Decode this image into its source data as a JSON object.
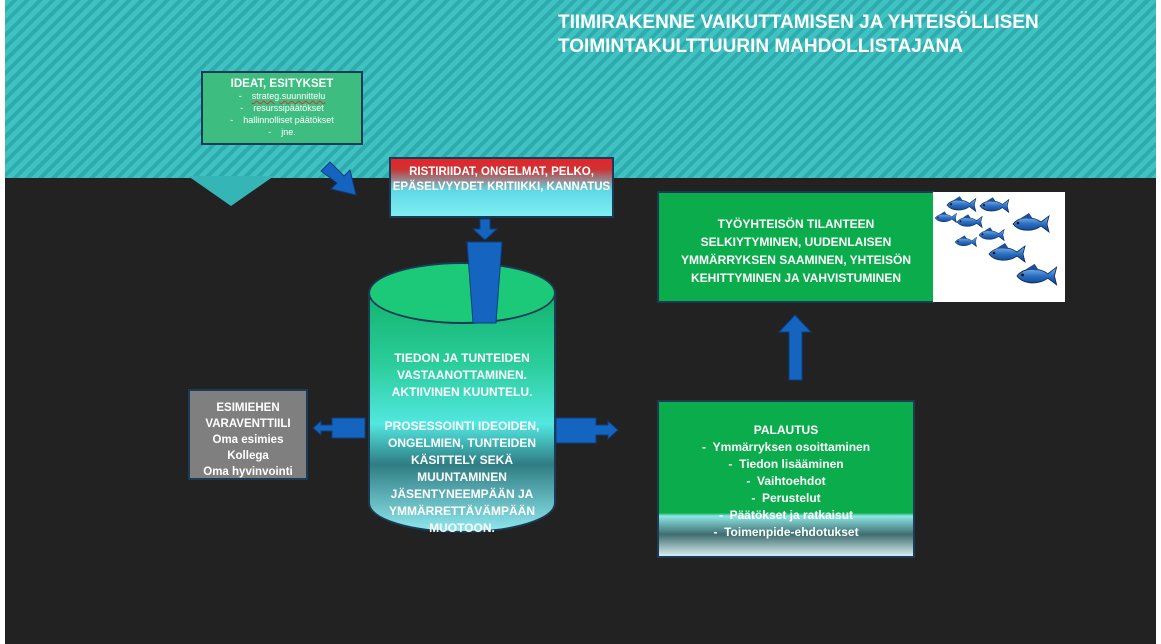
{
  "title": {
    "line1": "TIIMIRAKENNE VAIKUTTAMISEN JA YHTEISÖLLISEN",
    "line2": "TOIMINTAKULTTUURIN MAHDOLLISTAJANA"
  },
  "ideas": {
    "heading": "IDEAT, ESITYKSET",
    "items": [
      "strateg.suunnittelu",
      "resurssipäätökset",
      "hallinnolliset päätökset",
      "jne."
    ]
  },
  "conflicts": {
    "text": "RISTIRIIDAT, ONGELMAT, PELKO, EPÄSELVYYDET KRITIIKKI, KANNATUS"
  },
  "processing": {
    "para1": "TIEDON JA TUNTEIDEN VASTAANOTTAMINEN. AKTIIVINEN KUUNTELU.",
    "para2": "PROSESSOINTI IDEOIDEN, ONGELMIEN, TUNTEIDEN KÄSITTELY SEKÄ MUUNTAMINEN JÄSENTYNEEMPÄÄN JA YMMÄRRETTÄVÄMPÄÄN MUOTOON."
  },
  "superior": {
    "lines": [
      "ESIMIEHEN",
      "VARAVENTTIILI",
      "Oma esimies",
      "Kollega",
      "Oma hyvinvointi"
    ]
  },
  "feedback": {
    "heading": "PALAUTUS",
    "items": [
      "Ymmärryksen osoittaminen",
      "Tiedon lisääminen",
      "Vaihtoehdot",
      "Perustelut",
      "Päätökset ja ratkaisut",
      "Toimenpide-ehdotukset"
    ]
  },
  "community": {
    "text": "TYÖYHTEISÖN TILANTEEN SELKIYTYMINEN, UUDENLAISEN YMMÄRRYKSEN SAAMINEN, YHTEISÖN KEHITTYMINEN JA VAHVISTUMINEN"
  },
  "image": {
    "name": "school-of-blue-fish"
  },
  "colors": {
    "teal": "#35b5b5",
    "green": "#0aac4c",
    "arrow": "#1565c0",
    "bg": "#222222"
  }
}
